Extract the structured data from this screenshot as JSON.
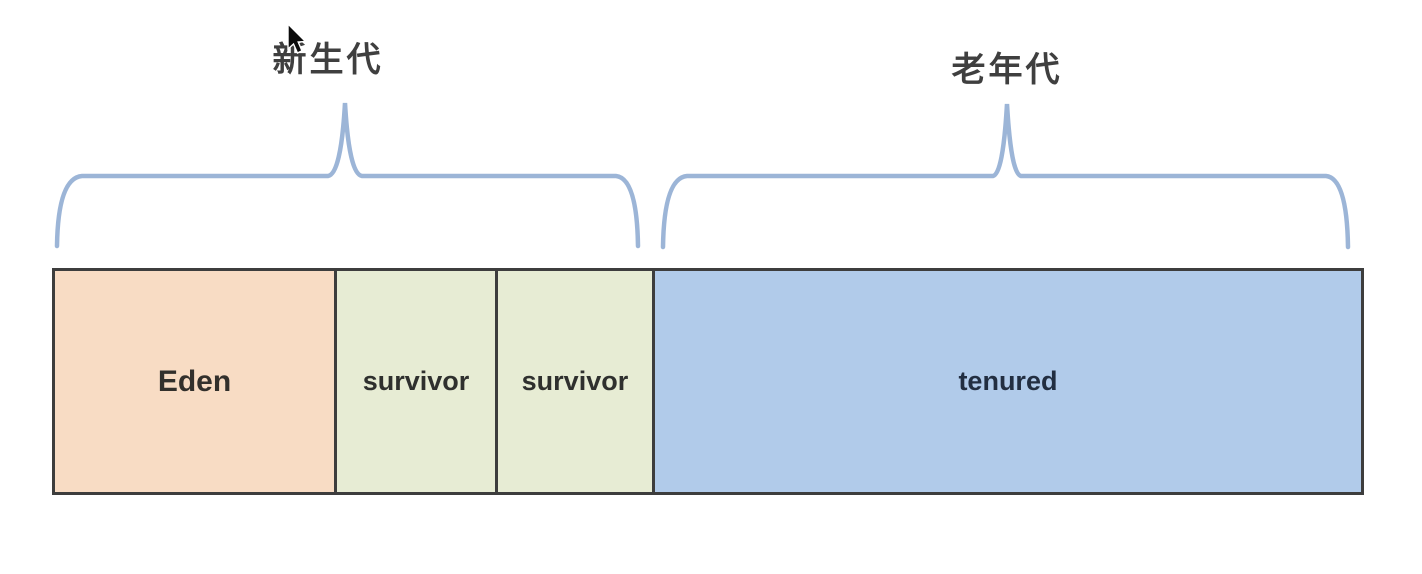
{
  "diagram": {
    "young_gen_label": "新生代",
    "old_gen_label": "老年代",
    "segments": [
      {
        "label": "Eden",
        "fill": "#f8dcc4",
        "text_color": "#33302c",
        "width_ratio": 281
      },
      {
        "label": "survivor",
        "fill": "#e7ecd4",
        "text_color": "#2f302e",
        "width_ratio": 159
      },
      {
        "label": "survivor",
        "fill": "#e7ecd4",
        "text_color": "#2f302e",
        "width_ratio": 155
      },
      {
        "label": "tenured",
        "fill": "#b1cbea",
        "text_color": "#222e41",
        "width_ratio": 711
      }
    ],
    "groups": [
      {
        "label": "新生代",
        "covers": [
          "Eden",
          "survivor",
          "survivor"
        ]
      },
      {
        "label": "老年代",
        "covers": [
          "tenured"
        ]
      }
    ],
    "colors": {
      "brace": "#9cb5d7",
      "bar_border": "#3d3d3d",
      "gen_label_text": "#3f3f3f",
      "cursor_fill": "#0b0b0b"
    }
  }
}
